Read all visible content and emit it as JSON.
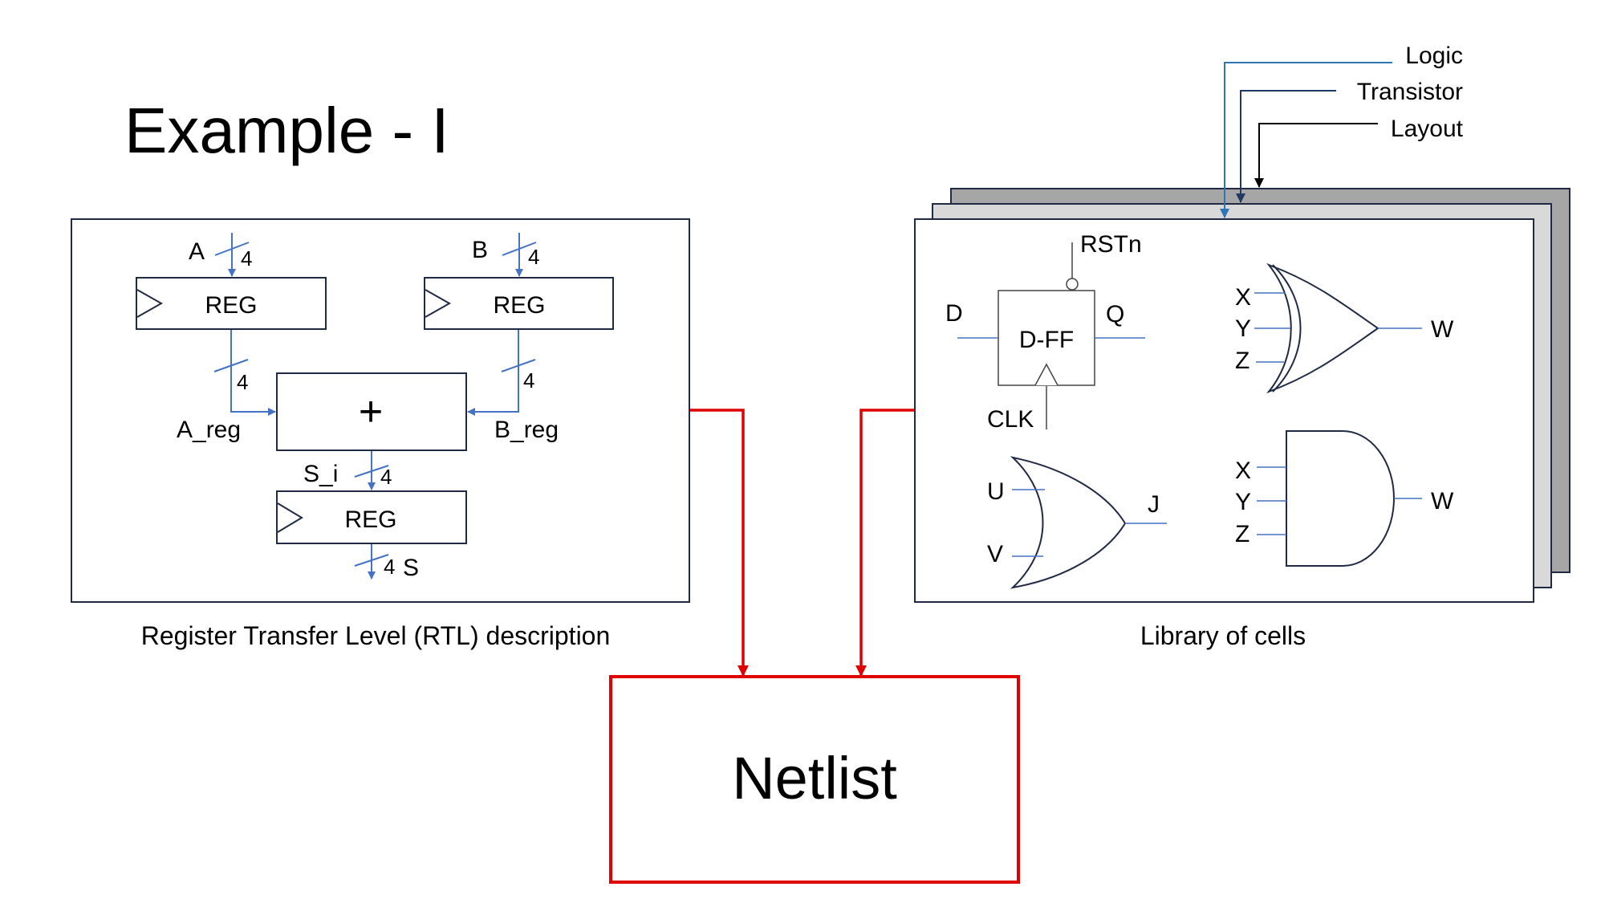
{
  "title": "Example - I",
  "rtl": {
    "caption": "Register Transfer Level (RTL) description",
    "input_a": "A",
    "input_b": "B",
    "width_a": "4",
    "width_b": "4",
    "reg_a": "REG",
    "reg_b": "REG",
    "reg_s": "REG",
    "adder": "+",
    "width_a_reg": "4",
    "width_b_reg": "4",
    "sig_a_reg": "A_reg",
    "sig_b_reg": "B_reg",
    "sig_s_i": "S_i",
    "width_s_i": "4",
    "width_s": "4",
    "output_s": "S"
  },
  "library": {
    "caption": "Library of cells",
    "layers": [
      "Logic",
      "Transistor",
      "Layout"
    ],
    "dff": {
      "label": "D-FF",
      "d": "D",
      "q": "Q",
      "clk": "CLK",
      "rstn": "RSTn"
    },
    "xor_gate": {
      "x": "X",
      "y": "Y",
      "z": "Z",
      "w": "W"
    },
    "or_gate": {
      "u": "U",
      "v": "V",
      "j": "J"
    },
    "and_gate": {
      "x": "X",
      "y": "Y",
      "z": "Z",
      "w": "W"
    }
  },
  "netlist": {
    "label": "Netlist"
  },
  "colors": {
    "blue_wire": "#4472c4",
    "dark_outline": "#1f2a44",
    "red": "#e00000",
    "layer_logic": "#2e75b6",
    "layer_transistor": "#1f3864",
    "layer_layout": "#000000",
    "back_sheet": "#a6a6a6",
    "mid_sheet": "#d9d9d9"
  }
}
